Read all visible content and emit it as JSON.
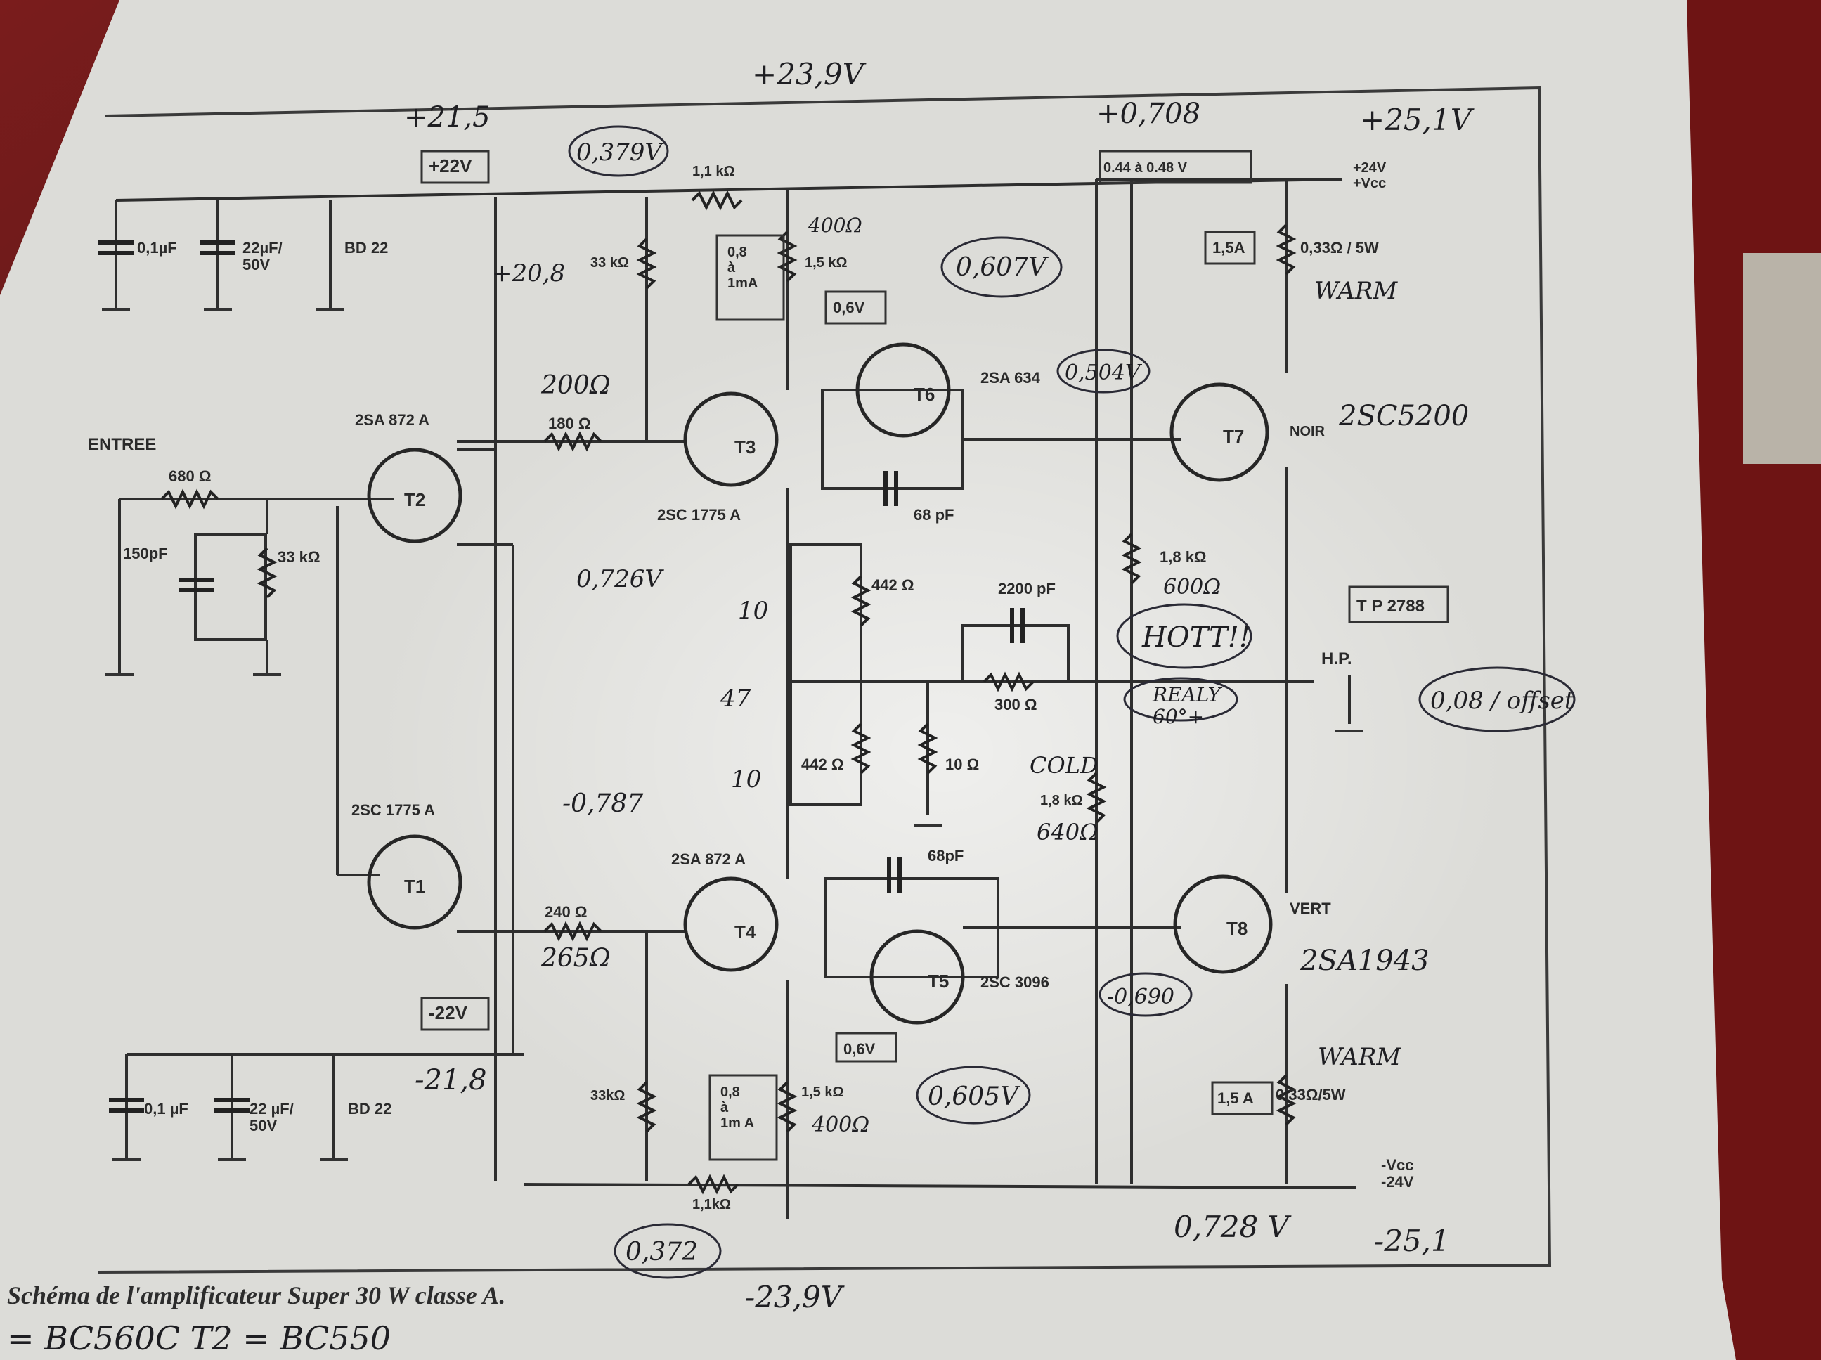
{
  "caption": "Schéma de l'amplificateur Super 30 W classe A.",
  "caption_note": "= BC560C   T2 = BC550",
  "input_label": "ENTREE",
  "output_label": "H.P.",
  "supply": {
    "pos_box": "+22V",
    "neg_box": "-22V",
    "pos_hand": "+21,5",
    "neg_hand": "-21,8",
    "pos_pin_hand": "+23,9V",
    "neg_pin_hand": "-23,9V",
    "vcc_pos_label": "+24V\n+Vcc",
    "vcc_pos_hand": "+25,1V",
    "vcc_neg_label": "-Vcc\n-24V",
    "vcc_neg_hand": "-25,1",
    "top_right_hand": "+0,708",
    "top_box": "0.44 à 0.48 V"
  },
  "transistors": [
    {
      "id": "T1",
      "part": "2SC 1775 A"
    },
    {
      "id": "T2",
      "part": "2SA 872 A"
    },
    {
      "id": "T3",
      "part": "2SC 1775 A"
    },
    {
      "id": "T4",
      "part": "2SA 872 A"
    },
    {
      "id": "T5",
      "part": "2SC 3096"
    },
    {
      "id": "T6",
      "part": "2SA 634"
    },
    {
      "id": "T7",
      "part": "NOIR",
      "hand": "2SC5200"
    },
    {
      "id": "T8",
      "part": "VERT",
      "hand": "2SA1943"
    }
  ],
  "components": {
    "r_input": "680 Ω",
    "c_input": "150pF",
    "r_33k_in": "33 kΩ",
    "r_180": "180 Ω",
    "r_180_hand": "200Ω",
    "r_240": "240 Ω",
    "r_240_hand": "265Ω",
    "r_33k_top": "33 kΩ",
    "r_33k_bot": "33kΩ",
    "r_1k1_top": "1,1 kΩ",
    "r_1k1_bot": "1,1kΩ",
    "r_1k5_top": "1,5 kΩ",
    "r_1k5_top_hand": "400Ω",
    "r_1k5_bot": "1,5 kΩ",
    "r_1k5_bot_hand": "400Ω",
    "r_442_top": "442 Ω",
    "r_442_bot": "442 Ω",
    "r_10": "10 Ω",
    "r_300": "300 Ω",
    "c_2200": "2200 pF",
    "c_68_top": "68 pF",
    "c_68_bot": "68pF",
    "r_1k8_top": "1,8 kΩ",
    "r_1k8_top_hand": "600Ω",
    "r_1k8_bot": "1,8 kΩ",
    "r_1k8_bot_hand": "640Ω",
    "r_emitter_top": "0,33Ω / 5W",
    "r_emitter_bot": "0,33Ω/5W",
    "cap_01_top": "0,1µF",
    "cap_22_top": "22µF/\n50V",
    "zener_top": "BD 22",
    "cap_01_bot": "0,1 µF",
    "cap_22_bot": "22 µF/\n50V",
    "zener_bot": "BD 22"
  },
  "boxes": {
    "ma_top": "0,8\nà\n1mA",
    "ma_bot": "0,8\nà\n1m A",
    "v06_top": "0,6V",
    "v06_bot": "0,6V",
    "a15_top": "1,5A",
    "a15_bot": "1,5 A",
    "tp": "T P 2788"
  },
  "handwritten": {
    "v0379": "0,379V",
    "v0607": "0,607V",
    "v0504": "0,504V",
    "v0726": "0,726V",
    "v0787": "-0,787",
    "v0605": "0,605V",
    "v0372": "0,372",
    "v0690": "-0,690",
    "v0728": "0,728 V",
    "v_offset": "0,08  / offset",
    "warm_top": "WARM",
    "warm_bot": "WARM",
    "cold": "COLD",
    "hot": "HOTT!!",
    "really": "REALY\n60°+",
    "n208": "+20,8",
    "n10a": "10",
    "n10b": "10",
    "n47": "47"
  }
}
